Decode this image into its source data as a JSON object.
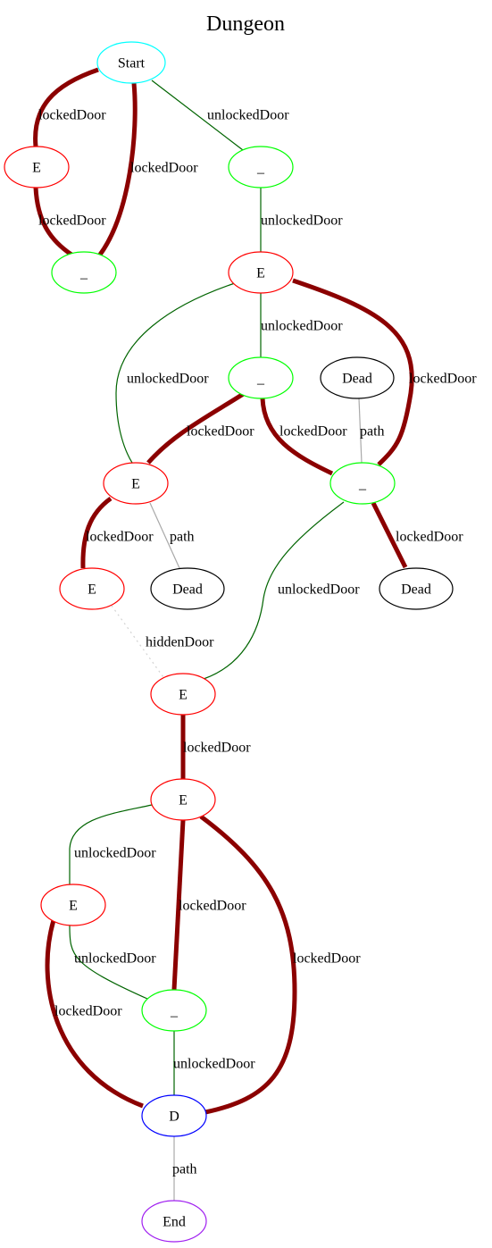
{
  "title": "Dungeon",
  "edge_colors": {
    "lockedDoor": "#8b0000",
    "unlockedDoor": "#006400",
    "hiddenDoor": "#d3d3d3",
    "path": "#a9a9a9"
  },
  "node_colors": {
    "start": "#00ffff",
    "room": "#00ff00",
    "enemy": "#ff0000",
    "dead": "#000000",
    "door": "#0000ff",
    "end": "#a020f0"
  },
  "nodes": [
    {
      "id": "n0",
      "label": "Start",
      "kind": "start"
    },
    {
      "id": "n1",
      "label": "E",
      "kind": "enemy"
    },
    {
      "id": "n2",
      "label": "_",
      "kind": "room"
    },
    {
      "id": "n3",
      "label": "_",
      "kind": "room"
    },
    {
      "id": "n4",
      "label": "E",
      "kind": "enemy"
    },
    {
      "id": "n5",
      "label": "_",
      "kind": "room"
    },
    {
      "id": "n6",
      "label": "Dead",
      "kind": "dead"
    },
    {
      "id": "n7",
      "label": "E",
      "kind": "enemy"
    },
    {
      "id": "n8",
      "label": "_",
      "kind": "room"
    },
    {
      "id": "n9",
      "label": "E",
      "kind": "enemy"
    },
    {
      "id": "n10",
      "label": "Dead",
      "kind": "dead"
    },
    {
      "id": "n11",
      "label": "Dead",
      "kind": "dead"
    },
    {
      "id": "n12",
      "label": "E",
      "kind": "enemy"
    },
    {
      "id": "n13",
      "label": "E",
      "kind": "enemy"
    },
    {
      "id": "n14",
      "label": "E",
      "kind": "enemy"
    },
    {
      "id": "n15",
      "label": "_",
      "kind": "room"
    },
    {
      "id": "n16",
      "label": "D",
      "kind": "door"
    },
    {
      "id": "n17",
      "label": "End",
      "kind": "end"
    }
  ],
  "edges": [
    {
      "from": "n0",
      "to": "n1",
      "label": "lockedDoor",
      "type": "lockedDoor"
    },
    {
      "from": "n1",
      "to": "n2",
      "label": "lockedDoor",
      "type": "lockedDoor"
    },
    {
      "from": "n0",
      "to": "n2",
      "label": "lockedDoor",
      "type": "lockedDoor"
    },
    {
      "from": "n0",
      "to": "n3",
      "label": "unlockedDoor",
      "type": "unlockedDoor"
    },
    {
      "from": "n3",
      "to": "n4",
      "label": "unlockedDoor",
      "type": "unlockedDoor"
    },
    {
      "from": "n4",
      "to": "n5",
      "label": "unlockedDoor",
      "type": "unlockedDoor"
    },
    {
      "from": "n4",
      "to": "n7",
      "label": "unlockedDoor",
      "type": "unlockedDoor"
    },
    {
      "from": "n4",
      "to": "n8",
      "label": "lockedDoor",
      "type": "lockedDoor"
    },
    {
      "from": "n5",
      "to": "n7",
      "label": "lockedDoor",
      "type": "lockedDoor"
    },
    {
      "from": "n5",
      "to": "n8",
      "label": "lockedDoor",
      "type": "lockedDoor"
    },
    {
      "from": "n6",
      "to": "n8",
      "label": "path",
      "type": "path"
    },
    {
      "from": "n7",
      "to": "n9",
      "label": "lockedDoor",
      "type": "lockedDoor"
    },
    {
      "from": "n7",
      "to": "n10",
      "label": "path",
      "type": "path"
    },
    {
      "from": "n8",
      "to": "n11",
      "label": "lockedDoor",
      "type": "lockedDoor"
    },
    {
      "from": "n8",
      "to": "n12",
      "label": "unlockedDoor",
      "type": "unlockedDoor"
    },
    {
      "from": "n9",
      "to": "n12",
      "label": "hiddenDoor",
      "type": "hiddenDoor"
    },
    {
      "from": "n12",
      "to": "n13",
      "label": "lockedDoor",
      "type": "lockedDoor"
    },
    {
      "from": "n13",
      "to": "n14",
      "label": "unlockedDoor",
      "type": "unlockedDoor"
    },
    {
      "from": "n13",
      "to": "n15",
      "label": "lockedDoor",
      "type": "lockedDoor"
    },
    {
      "from": "n13",
      "to": "n16",
      "label": "lockedDoor",
      "type": "lockedDoor"
    },
    {
      "from": "n14",
      "to": "n15",
      "label": "unlockedDoor",
      "type": "unlockedDoor"
    },
    {
      "from": "n14",
      "to": "n16",
      "label": "lockedDoor",
      "type": "lockedDoor"
    },
    {
      "from": "n15",
      "to": "n16",
      "label": "unlockedDoor",
      "type": "unlockedDoor"
    },
    {
      "from": "n16",
      "to": "n17",
      "label": "path",
      "type": "path"
    }
  ]
}
